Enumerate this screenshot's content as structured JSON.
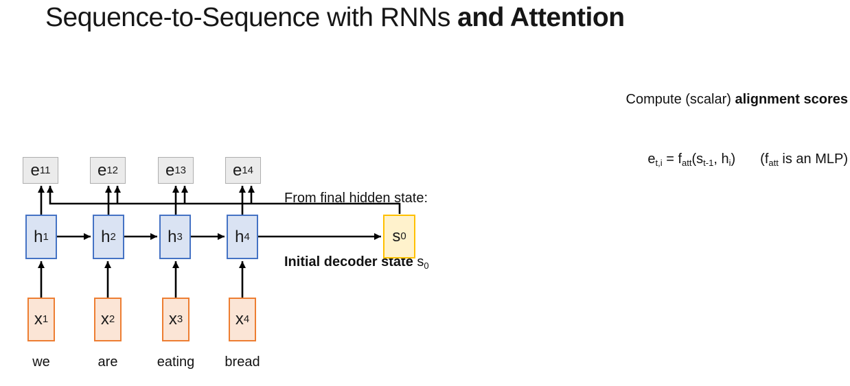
{
  "slide": {
    "title": {
      "regular": "Sequence-to-Sequence with RNNs ",
      "bold": "and Attention"
    }
  },
  "alignment_note": {
    "line1_regular": "Compute (scalar) ",
    "line1_bold": "alignment scores",
    "formula": {
      "p1": "e",
      "s1": "t,i",
      "p2": " = f",
      "s2": "att",
      "p3": "(s",
      "s3": "t-1",
      "p4": ", h",
      "s4": "i",
      "p5": ")",
      "note_p1": "(f",
      "note_s1": "att",
      "note_p2": " is an MLP)"
    }
  },
  "decoder_note": {
    "line1": "From final hidden state:",
    "line2_bold": "Initial decoder state ",
    "line2_var": "s",
    "line2_sub": "0"
  },
  "diagram": {
    "e_nodes": [
      {
        "base": "e",
        "sub": "11"
      },
      {
        "base": "e",
        "sub": "12"
      },
      {
        "base": "e",
        "sub": "13"
      },
      {
        "base": "e",
        "sub": "14"
      }
    ],
    "h_nodes": [
      {
        "base": "h",
        "sub": "1"
      },
      {
        "base": "h",
        "sub": "2"
      },
      {
        "base": "h",
        "sub": "3"
      },
      {
        "base": "h",
        "sub": "4"
      }
    ],
    "s_node": {
      "base": "s",
      "sub": "0"
    },
    "x_nodes": [
      {
        "base": "x",
        "sub": "1"
      },
      {
        "base": "x",
        "sub": "2"
      },
      {
        "base": "x",
        "sub": "3"
      },
      {
        "base": "x",
        "sub": "4"
      }
    ],
    "words": [
      "we",
      "are",
      "eating",
      "bread"
    ]
  },
  "colors": {
    "hidden_fill": "#DAE3F3",
    "hidden_border": "#4472C4",
    "input_fill": "#FBE5D6",
    "input_border": "#ED7D31",
    "decoder_fill": "#FFF2CC",
    "decoder_border": "#FFC000",
    "score_fill": "#EBEBEB",
    "score_border": "#AEAEAE",
    "arrow": "#000000",
    "text": "#1B1B1B"
  }
}
